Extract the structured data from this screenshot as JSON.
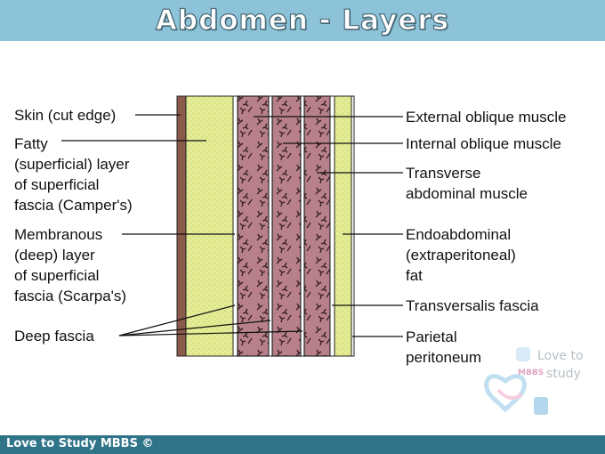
{
  "title": "Abdomen - Layers",
  "footer": "Love to Study MBBS ©",
  "watermark": {
    "line1": "Love to",
    "line2": "study",
    "badge_letters": "MBBS"
  },
  "labels_left": {
    "skin": "Skin (cut edge)",
    "fatty": [
      "Fatty",
      "(superficial) layer",
      "of superficial",
      "fascia (Camper's)"
    ],
    "membranous": [
      "Membranous",
      "(deep) layer",
      "of superficial",
      "fascia (Scarpa's)"
    ],
    "deep_fascia": "Deep fascia"
  },
  "labels_right": {
    "external_oblique": "External oblique muscle",
    "internal_oblique": "Internal oblique muscle",
    "transverse": [
      "Transverse",
      "abdominal muscle"
    ],
    "endoabdominal": [
      "Endoabdominal",
      "(extraperitoneal)",
      "fat"
    ],
    "transversalis": "Transversalis fascia",
    "parietal": [
      "Parietal",
      "peritoneum"
    ]
  },
  "colors": {
    "title_bar": "#8cc3d8",
    "footer_bar": "#2f7489",
    "fat": "#e4ec96",
    "muscle": "#b7808a",
    "skin": "#8a5a4a"
  }
}
